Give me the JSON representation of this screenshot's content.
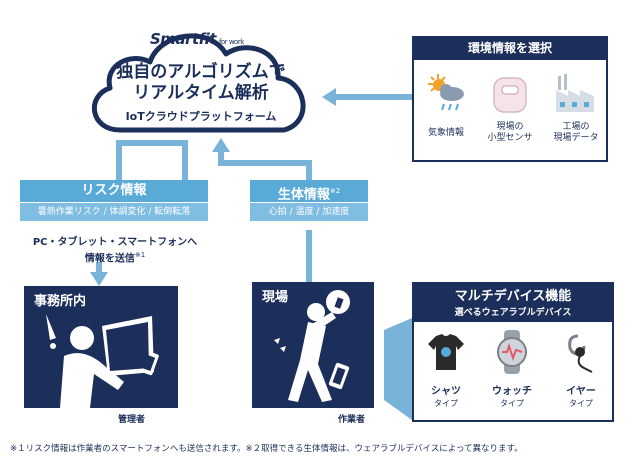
{
  "logo": {
    "brand": "Smartfit",
    "suffix": "for work"
  },
  "cloud": {
    "title_line1": "独自のアルゴリズムで",
    "title_line2": "リアルタイム解析",
    "subtitle": "IoTクラウドプラットフォーム"
  },
  "env": {
    "title": "環境情報を選択",
    "items": [
      {
        "label": "気象情報",
        "icon": "weather-icon"
      },
      {
        "label_line1": "現場の",
        "label_line2": "小型センサ",
        "icon": "sensor-icon"
      },
      {
        "label_line1": "工場の",
        "label_line2": "現場データ",
        "icon": "factory-icon"
      }
    ]
  },
  "risk": {
    "title": "リスク情報",
    "detail": "暑熱作業リスク / 体調変化 / 転倒転落",
    "send_line1": "PC・タブレット・スマートフォンへ",
    "send_line2": "情報を送信",
    "send_mark": "※1"
  },
  "bio": {
    "title": "生体情報",
    "mark": "※2",
    "detail": "心拍 / 温度 / 加速度"
  },
  "office": {
    "title": "事務所内",
    "caption": "管理者"
  },
  "site": {
    "title": "現場",
    "caption": "作業者"
  },
  "multi": {
    "title": "マルチデバイス機能",
    "subtitle": "選べるウェアラブルデバイス",
    "devices": [
      {
        "name": "シャツ",
        "type": "タイプ",
        "icon": "shirt-icon"
      },
      {
        "name": "ウォッチ",
        "type": "タイプ",
        "icon": "watch-icon"
      },
      {
        "name": "イヤー",
        "type": "タイプ",
        "icon": "earphone-icon"
      }
    ]
  },
  "note": "※１リスク情報は作業者のスマートフォンへも送信されます。※２取得できる生体情報は、ウェアラブルデバイスによって異なります。",
  "colors": {
    "navy": "#1c2f5a",
    "light_blue": "#5aaad8",
    "arrow": "#79b3d8"
  }
}
